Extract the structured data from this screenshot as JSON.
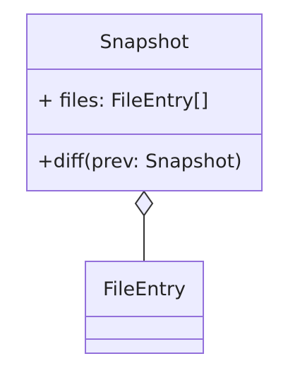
{
  "diagram": {
    "classes": [
      {
        "name": "Snapshot",
        "attributes": [
          "+ files: FileEntry[]"
        ],
        "methods": [
          "+diff(prev: Snapshot)"
        ]
      },
      {
        "name": "FileEntry",
        "attributes": [],
        "methods": []
      }
    ],
    "relations": [
      {
        "type": "aggregation",
        "from": "Snapshot",
        "to": "FileEntry"
      }
    ],
    "colors": {
      "fill": "#ececff",
      "stroke": "#9370db",
      "line": "#333333",
      "text": "#222222"
    }
  }
}
